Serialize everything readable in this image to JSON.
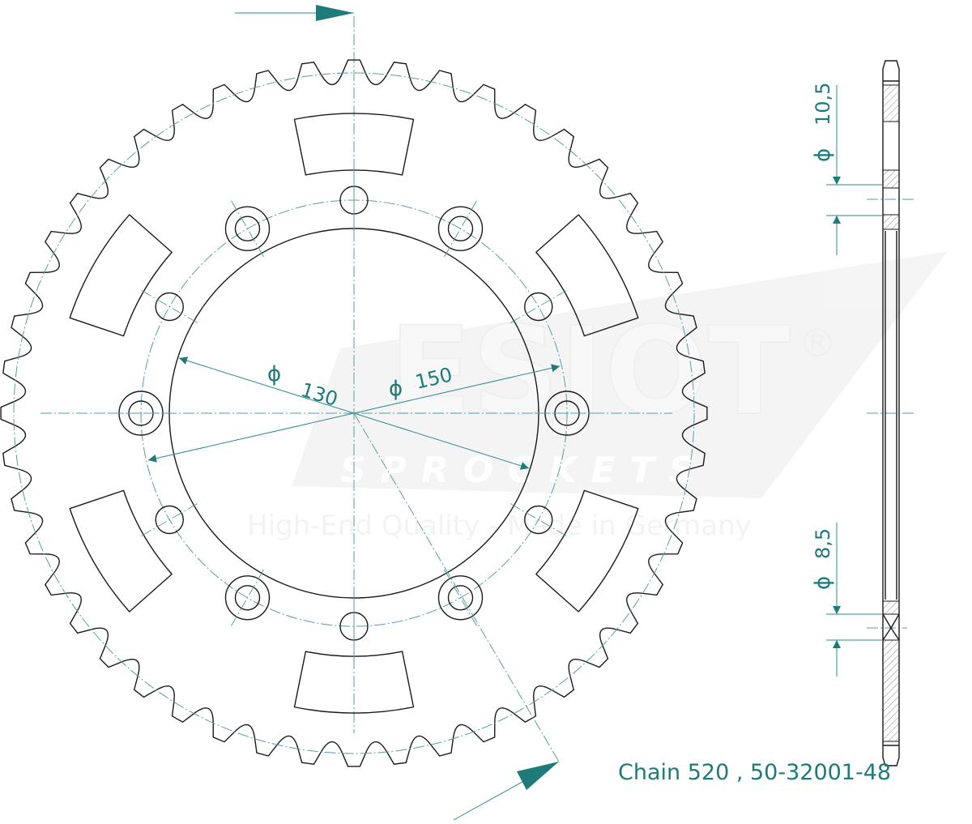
{
  "drawing": {
    "caption": "Chain 520 , 50-32001-48",
    "dimensions": {
      "d_small": "130",
      "d_bolt": "150",
      "hole_top": "10,5",
      "hole_bottom": "8,5",
      "phi": "ϕ"
    },
    "teeth": 48,
    "bolt_holes": 6,
    "extra_holes": 6,
    "slots": 6
  },
  "watermark": {
    "brand": "ESJOT",
    "registered": "®",
    "sub": "SPROCKETS",
    "tagline": "High-End Quality - Made in Germany"
  },
  "colors": {
    "dimension": "#1f7a7a",
    "outline": "#1a1a1a",
    "centerline": "#5a9ea0",
    "watermark": "#e9e9e9"
  }
}
